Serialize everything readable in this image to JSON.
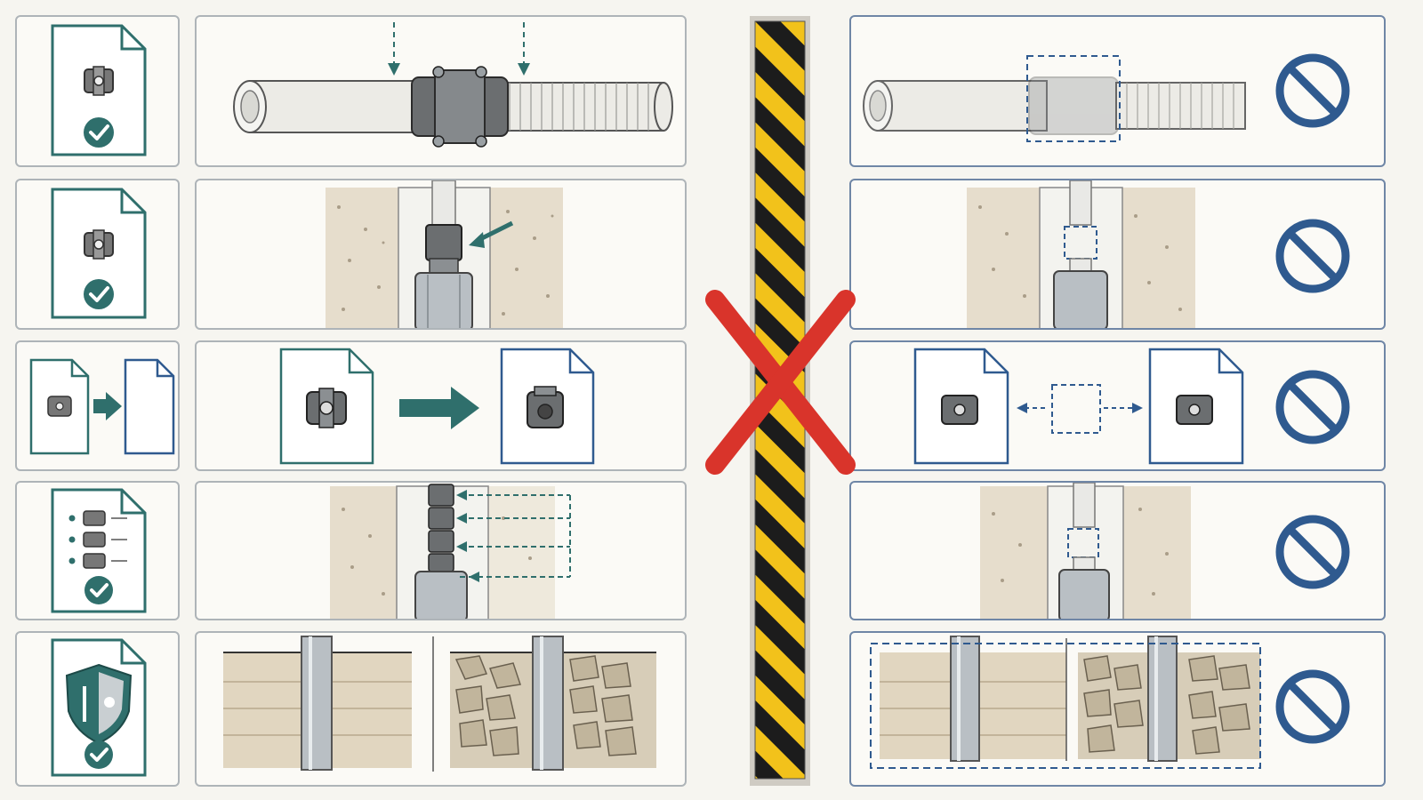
{
  "colors": {
    "background": "#f6f5f0",
    "panel_border_left": "#aeb4b8",
    "panel_border_right": "#6f86a6",
    "accent_teal": "#2f6f6c",
    "prohibit_blue": "#2f5a8f",
    "warning_yellow": "#f2c21b",
    "warning_black": "#1c1c1c",
    "cross_red": "#d9342b",
    "soil": "#e6ddcc",
    "steel": "#b9bfc4"
  },
  "rows": [
    {
      "id": "pipe-joint",
      "icon": "document-coupling-check-icon",
      "scene": "pipe-coupling-connection",
      "prohibited_scene": "pipe-coupling-ghosted"
    },
    {
      "id": "pump-coupling",
      "icon": "document-coupling-check-icon",
      "scene": "borehole-pump-coupling",
      "prohibited_scene": "borehole-pump-missing-coupling"
    },
    {
      "id": "coupling-transfer",
      "icon": "document-transfer-icon",
      "scene": "coupling-document-transfer",
      "prohibited_scene": "coupling-transfer-broken"
    },
    {
      "id": "coupling-stack",
      "icon": "document-coupling-list-check-icon",
      "scene": "borehole-stacked-couplings",
      "prohibited_scene": "borehole-missing-stack"
    },
    {
      "id": "ground-conditions",
      "icon": "document-shield-check-icon",
      "scene": "pipe-in-layered-and-rocky-ground",
      "prohibited_scene": "ground-conditions-dashed"
    }
  ],
  "divider": {
    "icon": "hazard-stripe-barrier-icon"
  },
  "overlay": {
    "icon": "red-cross-icon"
  }
}
